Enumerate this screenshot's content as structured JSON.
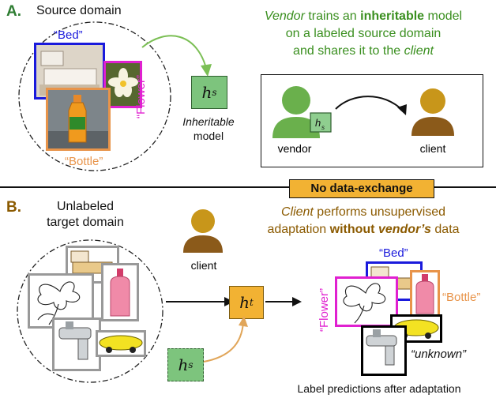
{
  "section_a": {
    "letter": "A.",
    "title": "Source domain",
    "label_bed": "“Bed”",
    "label_flower": "“Flower”",
    "label_bottle": "“Bottle”",
    "model_symbol": "h",
    "model_sub": "s",
    "model_caption_1": "Inheritable",
    "model_caption_2": "model",
    "desc_w1": "Vendor",
    "desc_w2": " trains an ",
    "desc_w3": "inheritable",
    "desc_w4": " model",
    "desc_line2": "on a labeled source domain",
    "desc_w5": "and shares it to the ",
    "desc_w6": "client",
    "vendor_label": "vendor",
    "client_label": "client"
  },
  "banner": "No data-exchange",
  "section_b": {
    "letter": "B.",
    "title_1": "Unlabeled",
    "title_2": "target domain",
    "client_label": "client",
    "desc_w1": "Client",
    "desc_w2": " performs unsupervised",
    "desc_w3": "adaptation ",
    "desc_w4": "without ",
    "desc_w5": "vendor’s",
    "desc_w6": " data",
    "model_t_symbol": "h",
    "model_t_sub": "t",
    "model_s_symbol": "h",
    "model_s_sub": "s",
    "pred_bed": "“Bed”",
    "pred_flower": "“Flower”",
    "pred_bottle": "“Bottle”",
    "pred_unknown": "“unknown”",
    "caption": "Label predictions after adaptation"
  },
  "colors": {
    "green": "#3a8f1f",
    "brown": "#8b5a00",
    "banner_bg": "#f2b233",
    "bed_frame": "#1a1adc",
    "flower_frame": "#e020d0",
    "bottle_frame": "#e8944a",
    "unknown_frame": "#000000"
  }
}
